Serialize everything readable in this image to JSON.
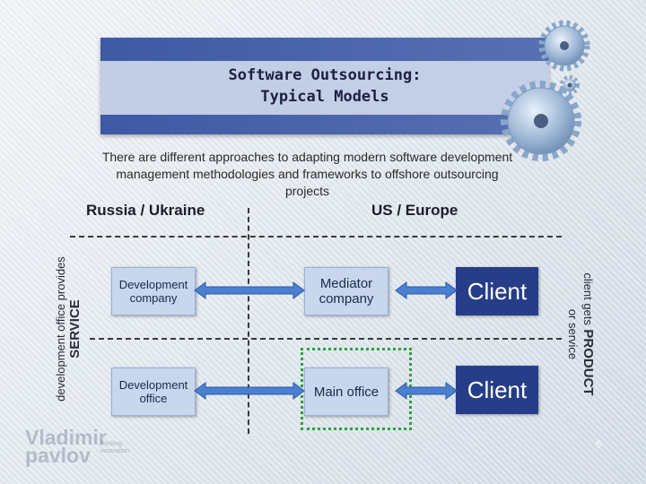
{
  "title": "Software Outsourcing:\nTypical Models",
  "subtitle": "There are different approaches to adapting modern software development management methodologies and frameworks to offshore outsourcing projects",
  "regions": {
    "left": "Russia / Ukraine",
    "right": "US / Europe"
  },
  "left_axis": {
    "small": "development office provides",
    "big": "SERVICE"
  },
  "right_axis": {
    "small_line1": "client gets",
    "big": "PRODUCT",
    "small_line2": "or service"
  },
  "rows": [
    {
      "left": "Development company",
      "middle": "Mediator company",
      "right": "Client"
    },
    {
      "left": "Development office",
      "middle": "Main office",
      "right": "Client"
    }
  ],
  "logo": {
    "name_line1": "Vladimir",
    "name_line2": "pavlov",
    "tagline_line1": "thinking",
    "tagline_line2": "innovation"
  },
  "page_number": "6",
  "colors": {
    "title_band": "#5870b3",
    "dark_box": "#263e87",
    "light_box": "#c8d6ee",
    "arrow": "#4b7fd0",
    "green_dotted": "#2fa042"
  }
}
